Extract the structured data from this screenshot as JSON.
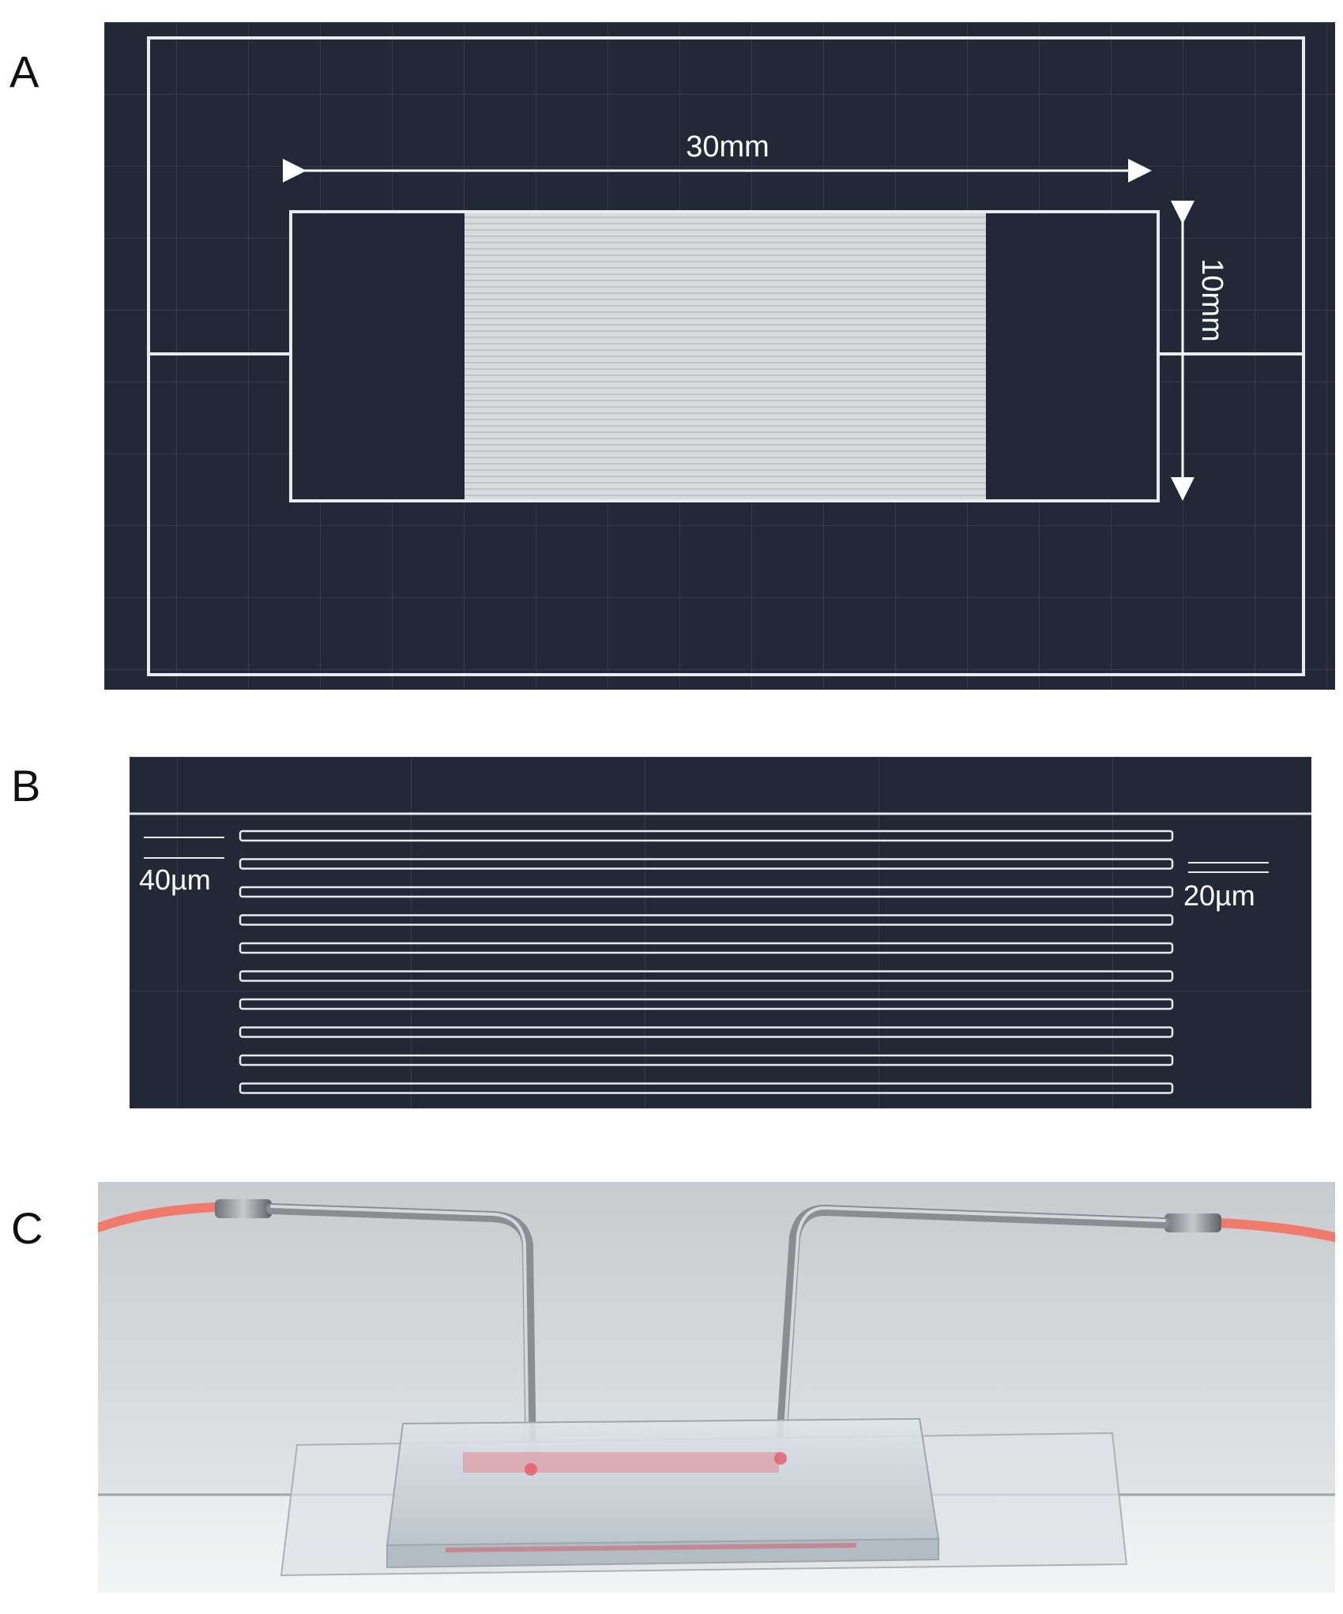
{
  "panels": {
    "a": {
      "letter": "A",
      "width_label": "30mm",
      "height_label": "10mm"
    },
    "b": {
      "letter": "B",
      "left_label": "40µm",
      "right_label": "20µm"
    },
    "c": {
      "letter": "C"
    }
  },
  "colors": {
    "cad_background": "#222836",
    "cad_line": "#e8eaee",
    "tubing": "#f07a6b",
    "dye": "#e85a6a"
  }
}
